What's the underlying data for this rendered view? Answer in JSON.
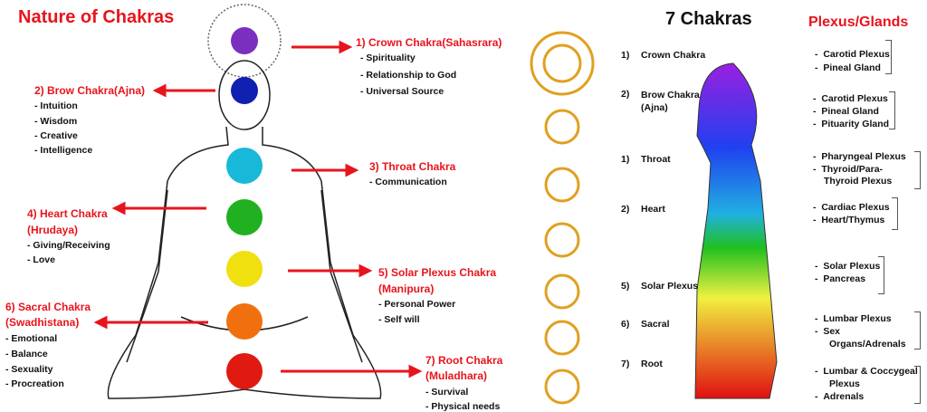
{
  "left": {
    "title": "Nature of Chakras",
    "chakras": [
      {
        "label": "1)  Crown Chakra(Sahasrara)",
        "items": [
          "- Spirituality",
          "- Relationship to God",
          "- Universal Source"
        ],
        "color": "#7b2fbf"
      },
      {
        "label": "2)  Brow Chakra(Ajna)",
        "items": [
          "-    Intuition",
          "-    Wisdom",
          "-    Creative",
          "-    Intelligence"
        ],
        "color": "#1020b0"
      },
      {
        "label": "3) Throat Chakra",
        "items": [
          "- Communication"
        ],
        "color": "#18b8d8"
      },
      {
        "label": "4) Heart Chakra",
        "sub": "(Hrudaya)",
        "items": [
          "-    Giving/Receiving",
          "-    Love"
        ],
        "color": "#20b020"
      },
      {
        "label": "5) Solar Plexus Chakra",
        "sub": "(Manipura)",
        "items": [
          "- Personal Power",
          "- Self will"
        ],
        "color": "#f0e010"
      },
      {
        "label": "6) Sacral Chakra",
        "sub": "(Swadhistana)",
        "items": [
          "-    Emotional",
          "-    Balance",
          "-    Sexuality",
          "-    Procreation"
        ],
        "color": "#f07010"
      },
      {
        "label": "7) Root Chakra",
        "sub": "(Muladhara)",
        "items": [
          "-    Survival",
          "-    Physical needs"
        ],
        "color": "#e01a10"
      }
    ]
  },
  "right": {
    "title": "7 Chakras",
    "plexus_title": "Plexus/Glands",
    "rows": [
      {
        "num": "1)",
        "name": "Crown Chakra",
        "glands": [
          "Carotid Plexus",
          "Pineal Gland"
        ]
      },
      {
        "num": "2)",
        "name": "Brow Chakra\n(Ajna)",
        "glands": [
          "Carotid Plexus",
          "Pineal Gland",
          "Pituarity Gland"
        ]
      },
      {
        "num": "1)",
        "name": "Throat",
        "glands": [
          "Pharyngeal Plexus",
          "Thyroid/Para-",
          "Thyroid Plexus"
        ]
      },
      {
        "num": "2)",
        "name": "Heart",
        "glands": [
          "Cardiac Plexus",
          "Heart/Thymus"
        ]
      },
      {
        "num": "5)",
        "name": "Solar Plexus",
        "glands": [
          "Solar Plexus",
          "Pancreas"
        ]
      },
      {
        "num": "6)",
        "name": "Sacral",
        "glands": [
          "Lumbar Plexus",
          "Sex",
          "Organs/Adrenals"
        ]
      },
      {
        "num": "7)",
        "name": "Root",
        "glands": [
          "Lumbar & Coccygeal",
          "Plexus",
          "Adrenals"
        ]
      }
    ]
  }
}
